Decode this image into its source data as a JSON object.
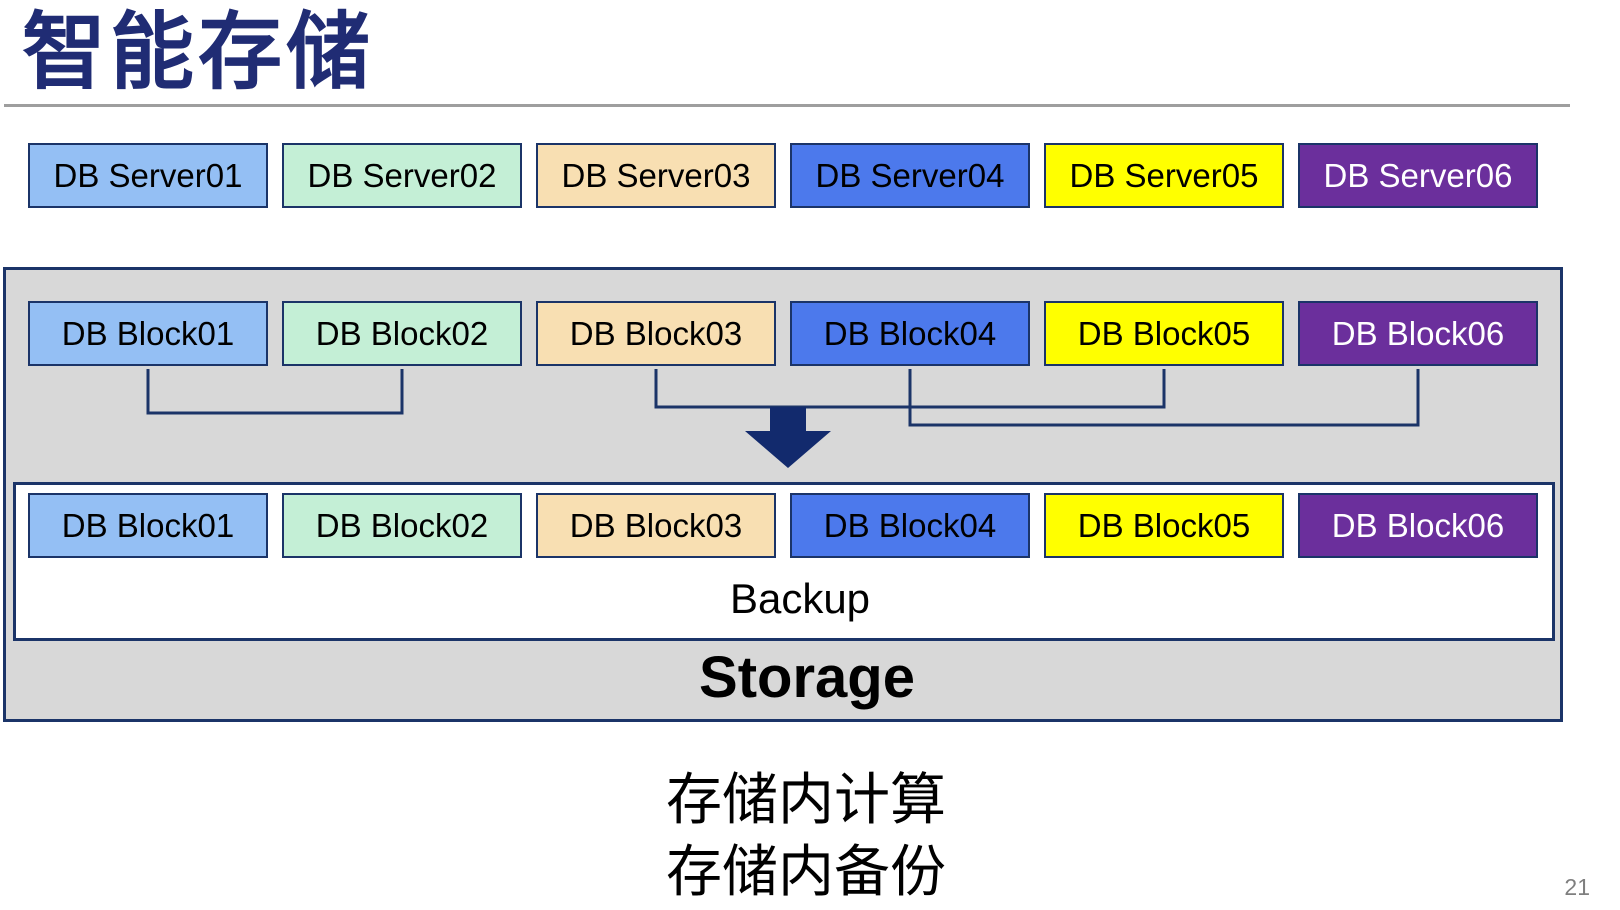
{
  "title": "智能存储",
  "palette": [
    {
      "name": "light-blue",
      "fill": "#94BFF4",
      "text": "#000000"
    },
    {
      "name": "mint-green",
      "fill": "#C4EFD6",
      "text": "#000000"
    },
    {
      "name": "wheat",
      "fill": "#F8DFB2",
      "text": "#000000"
    },
    {
      "name": "royal-blue",
      "fill": "#4C79EC",
      "text": "#000000"
    },
    {
      "name": "yellow",
      "fill": "#FFFF00",
      "text": "#000000"
    },
    {
      "name": "purple",
      "fill": "#6B2F9C",
      "text": "#FFFFFF"
    }
  ],
  "server_row": {
    "labels": [
      "DB Server01",
      "DB Server02",
      "DB Server03",
      "DB Server04",
      "DB Server05",
      "DB Server06"
    ]
  },
  "storage_unit": {
    "block_row_top": {
      "labels": [
        "DB Block01",
        "DB Block02",
        "DB Block03",
        "DB Block04",
        "DB Block05",
        "DB Block06"
      ]
    },
    "connectors": [
      {
        "from": "DB Block01",
        "to": "DB Block02"
      },
      {
        "from": "DB Block03",
        "to": "DB Block05"
      },
      {
        "from": "DB Block04",
        "to": "DB Block06"
      }
    ],
    "backup_area": {
      "block_row": {
        "labels": [
          "DB Block01",
          "DB Block02",
          "DB Block03",
          "DB Block04",
          "DB Block05",
          "DB Block06"
        ]
      },
      "label": "Backup"
    },
    "label": "Storage"
  },
  "caption": {
    "lines": [
      "存储内计算",
      "存储内备份"
    ]
  },
  "page_number": "21",
  "colors": {
    "title_color": "#202C74",
    "navy_border": "#1B3468",
    "arrow_color": "#122A6D",
    "container_fill": "#D8D8D8",
    "rule_color": "#9E9E9E",
    "page_number_color": "#7F7F7F"
  }
}
